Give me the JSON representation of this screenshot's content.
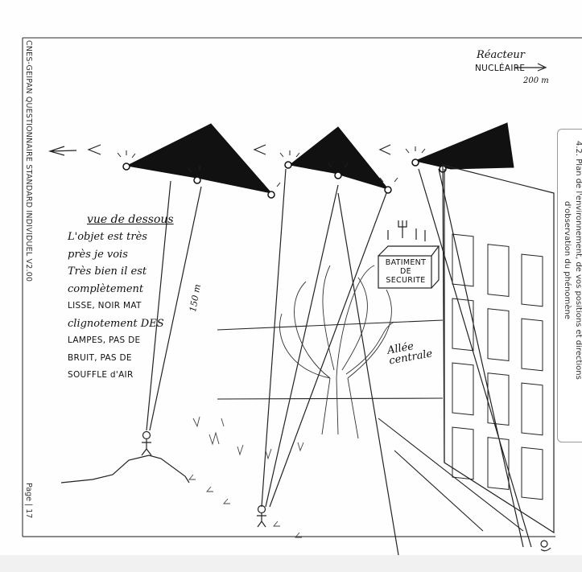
{
  "document": {
    "side_header": "CNES-GEIPAN QUESTIONNAIRE STANDARD INDIVIDUEL V2.00",
    "page_label": "Page | 17",
    "section_tab": {
      "line1": "4.2. Plan de l'environnement, de vos positions et directions",
      "line2": "d'observation du phénomène"
    }
  },
  "annotations": {
    "reactor_line1": "Réacteur",
    "reactor_line2": "NUCLÉAIRE",
    "reactor_distance": "200 m",
    "view_title": "vue de dessous",
    "description_lines": [
      "L'objet est très",
      "près je vois",
      "Très bien il est",
      "complètement",
      "LISSE, NOIR MAT",
      "clignotement DES",
      "LAMPES, PAS DE",
      "BRUIT, PAS DE",
      "SOUFFLE d'AIR"
    ],
    "distance_label": "150 m",
    "building_line1": "BATIMENT",
    "building_line2": "DE",
    "building_line3": "SECURITE",
    "alley_line1": "Allée",
    "alley_line2": "centrale"
  }
}
